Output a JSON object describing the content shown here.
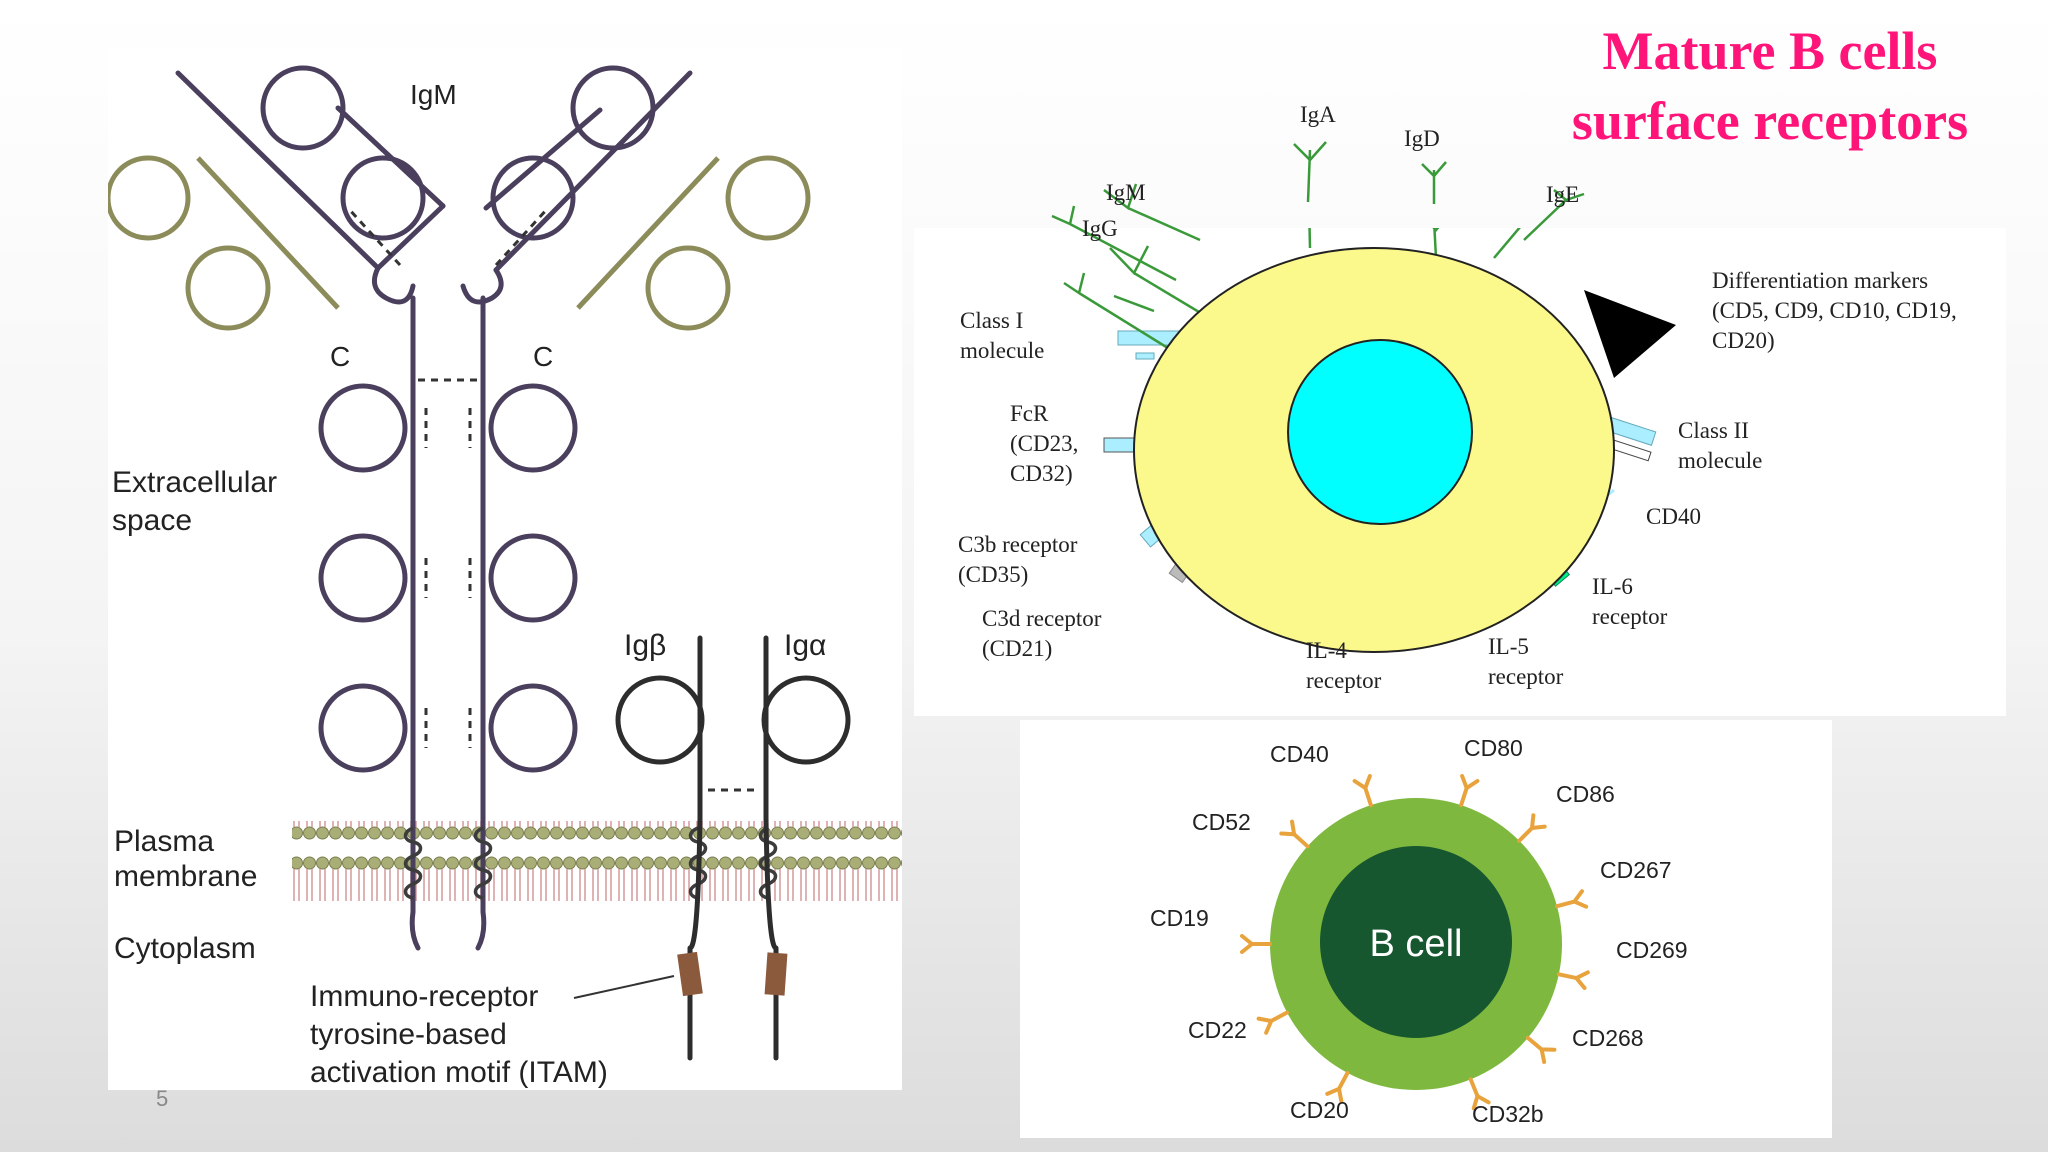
{
  "slide": {
    "title_line1": "Mature B cells",
    "title_line2": "surface receptors",
    "number": "5"
  },
  "colors": {
    "title": "#ff1479",
    "heavy_chain": "#4a3f5c",
    "light_chain": "#8c8c5a",
    "membrane_head": "#a9ad76",
    "cell_yellow": "#fcf98c",
    "nucleus_cyan": "#00ffff",
    "bcell_outer": "#7fb83e",
    "bcell_inner": "#17572f",
    "receptor_orange": "#e8a33d"
  },
  "igm_diagram": {
    "igm_label": "IgM",
    "c_label": "C",
    "extracellular": [
      "Extracellular",
      "space"
    ],
    "ig_beta": "Igβ",
    "ig_alpha": "Igα",
    "plasma_membrane": [
      "Plasma",
      "membrane"
    ],
    "cytoplasm": "Cytoplasm",
    "itam": [
      "Immuno-receptor",
      "tyrosine-based",
      "activation motif (ITAM)"
    ]
  },
  "receptor_diagram": {
    "iga": "IgA",
    "igd": "IgD",
    "igm": "IgM",
    "ige": "IgE",
    "igg": "IgG",
    "diff_markers": [
      "Differentiation markers",
      "(CD5, CD9, CD10, CD19,",
      "CD20)"
    ],
    "class1": [
      "Class I",
      "molecule"
    ],
    "fcr": [
      "FcR",
      "(CD23,",
      "CD32)"
    ],
    "class2": [
      "Class II",
      "molecule"
    ],
    "cd40": "CD40",
    "c3b": [
      "C3b receptor",
      "(CD35)"
    ],
    "c3d": [
      "C3d receptor",
      "(CD21)"
    ],
    "il6": [
      "IL-6",
      "receptor"
    ],
    "il4": [
      "IL-4",
      "receptor"
    ],
    "il5": [
      "IL-5",
      "receptor"
    ]
  },
  "bcell_diagram": {
    "center": "B cell",
    "markers": [
      "CD40",
      "CD80",
      "CD86",
      "CD52",
      "CD267",
      "CD19",
      "CD269",
      "CD22",
      "CD268",
      "CD20",
      "CD32b"
    ]
  }
}
